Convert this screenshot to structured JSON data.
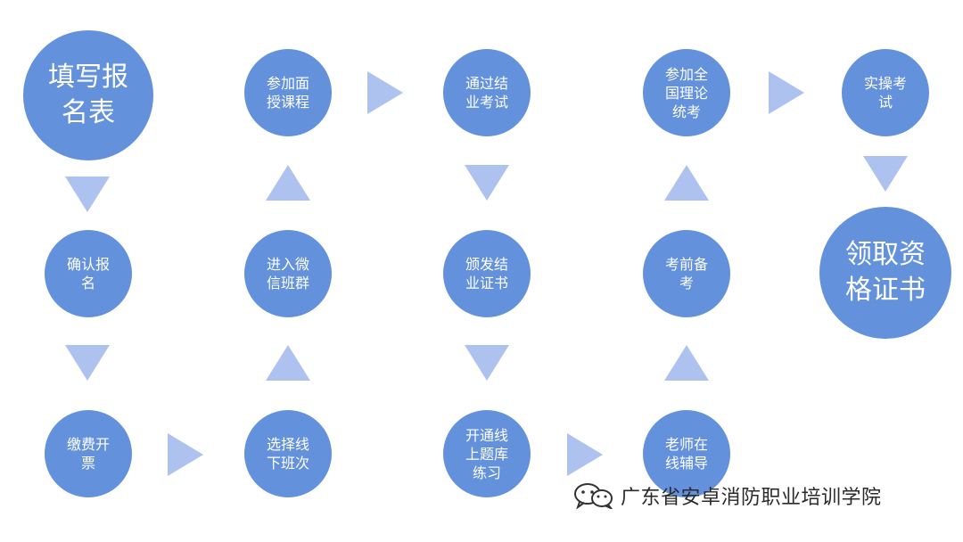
{
  "nodes": {
    "fill_form": "填写报名表",
    "confirm_signup": "确认报名",
    "pay_invoice": "缴费开票",
    "choose_class": "选择线下班次",
    "join_wechat": "进入微信班群",
    "attend_course": "参加面授课程",
    "pass_exam": "通过结业考试",
    "issue_cert": "颁发结业证书",
    "open_question_bank": "开通线上题库练习",
    "teacher_guidance": "老师在线辅导",
    "pre_exam_prep": "考前备考",
    "national_exam": "参加全国理论统考",
    "practical_exam": "实操考试",
    "receive_cert": "领取资格证书"
  },
  "watermark": {
    "text": "广东省安卓消防职业培训学院",
    "icon": "wechat-icon"
  },
  "colors": {
    "node": "#6391dc",
    "arrow": "#aec2ef",
    "text": "#ffffff"
  }
}
